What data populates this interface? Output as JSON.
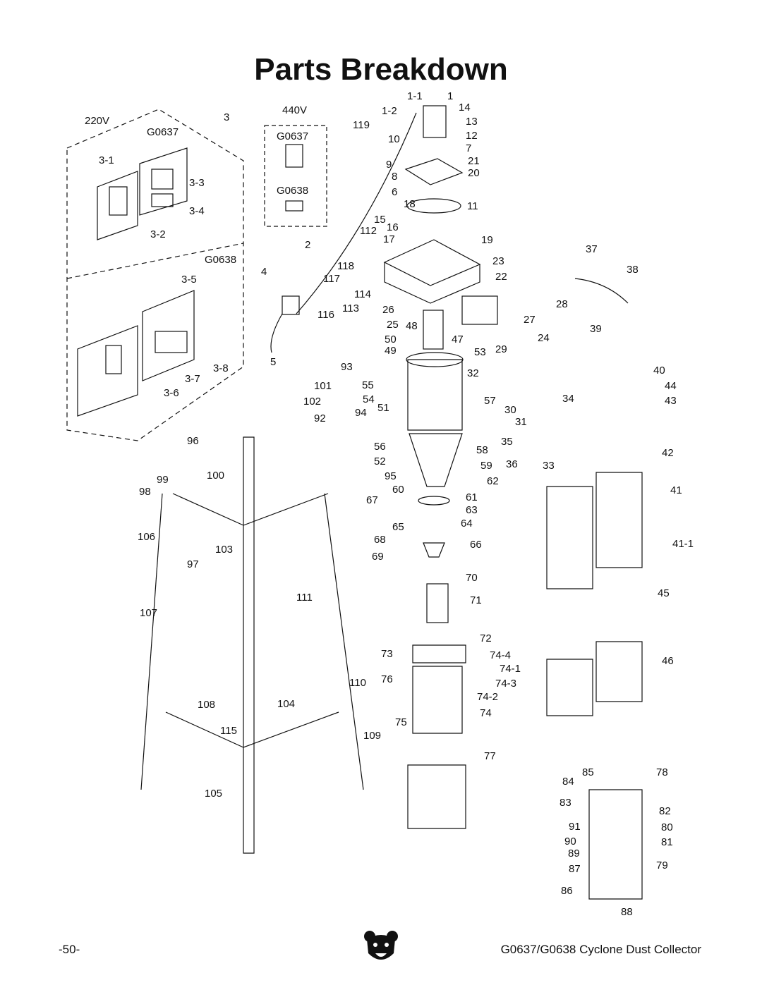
{
  "page": {
    "title": "Parts Breakdown",
    "page_number": "-50-",
    "product": "G0637/G0638 Cyclone Dust Collector",
    "logo_icon": "bear-head-icon"
  },
  "electrical": {
    "voltage_220": "220V",
    "voltage_440": "440V",
    "model_g0637": "G0637",
    "model_g0638": "G0638"
  },
  "callouts": [
    "1",
    "1-1",
    "1-2",
    "14",
    "13",
    "12",
    "7",
    "21",
    "20",
    "10",
    "9",
    "8",
    "6",
    "119",
    "3",
    "3-1",
    "3-3",
    "3-4",
    "3-2",
    "3-5",
    "3-6",
    "3-7",
    "3-8",
    "2",
    "4",
    "5",
    "11",
    "18",
    "15",
    "16",
    "17",
    "112",
    "19",
    "118",
    "117",
    "114",
    "113",
    "116",
    "23",
    "22",
    "37",
    "38",
    "26",
    "25",
    "48",
    "28",
    "27",
    "24",
    "39",
    "50",
    "47",
    "49",
    "53",
    "29",
    "32",
    "93",
    "101",
    "55",
    "54",
    "102",
    "51",
    "92",
    "94",
    "57",
    "34",
    "30",
    "31",
    "56",
    "58",
    "35",
    "36",
    "33",
    "52",
    "59",
    "95",
    "62",
    "60",
    "61",
    "67",
    "63",
    "64",
    "65",
    "66",
    "68",
    "69",
    "70",
    "71",
    "72",
    "73",
    "74-4",
    "74-1",
    "76",
    "74-3",
    "74-2",
    "74",
    "75",
    "110",
    "109",
    "77",
    "96",
    "99",
    "100",
    "98",
    "106",
    "103",
    "97",
    "107",
    "111",
    "108",
    "104",
    "115",
    "105",
    "44",
    "43",
    "40",
    "42",
    "41",
    "41-1",
    "45",
    "46",
    "78",
    "85",
    "84",
    "83",
    "82",
    "80",
    "91",
    "90",
    "81",
    "89",
    "87",
    "79",
    "86",
    "88"
  ]
}
